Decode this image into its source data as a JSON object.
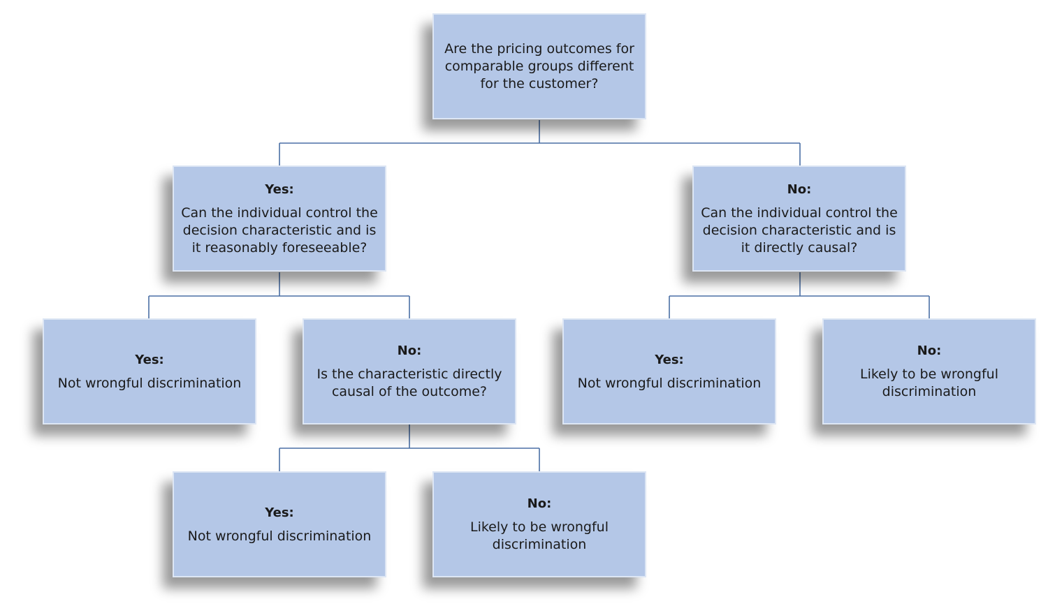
{
  "colors": {
    "node_fill": "#b4c7e7",
    "connector": "#4a6fa5"
  },
  "nodes": {
    "root": {
      "label": "",
      "text": "Are the pricing outcomes for comparable groups different for the customer?"
    },
    "l1_yes": {
      "label": "Yes:",
      "text": "Can the individual control the decision characteristic and is it reasonably foreseeable?"
    },
    "l1_no": {
      "label": "No:",
      "text": "Can the individual control the decision characteristic and is it directly causal?"
    },
    "l2_yes_yes": {
      "label": "Yes:",
      "text": "Not wrongful discrimination"
    },
    "l2_yes_no": {
      "label": "No:",
      "text": "Is the characteristic directly causal of the outcome?"
    },
    "l2_no_yes": {
      "label": "Yes:",
      "text": "Not wrongful discrimination"
    },
    "l2_no_no": {
      "label": "No:",
      "text": "Likely to be wrongful discrimination"
    },
    "l3_yes": {
      "label": "Yes:",
      "text": "Not wrongful discrimination"
    },
    "l3_no": {
      "label": "No:",
      "text": "Likely to be wrongful discrimination"
    }
  }
}
